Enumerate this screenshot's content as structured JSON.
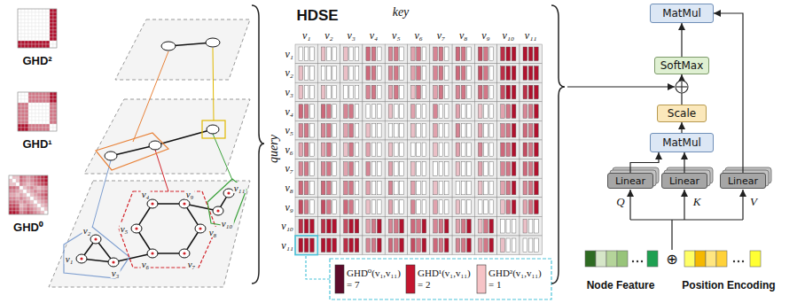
{
  "diagram": {
    "nodes": [
      {
        "text": [
          "MatMul"
        ]
      },
      {
        "text": [
          "SoftMax"
        ]
      },
      {
        "text": [
          "Scale"
        ]
      },
      {
        "text": [
          "MatMul"
        ]
      },
      {
        "text": [
          "Linear"
        ]
      },
      {
        "text": [
          "Linear"
        ]
      },
      {
        "text": [
          "Linear"
        ]
      }
    ],
    "edges": [
      {
        "from": 4,
        "to": 3,
        "arrow": "to"
      },
      {
        "from": 5,
        "to": 3,
        "arrow": "to"
      },
      {
        "from": 3,
        "to": 2,
        "arrow": "to"
      },
      {
        "from": 2,
        "to": 1,
        "arrow": "to"
      },
      {
        "from": 1,
        "to": 0,
        "arrow": "to"
      },
      {
        "from": 6,
        "to": 0,
        "arrow": "to"
      }
    ],
    "labels": [
      "HDSE",
      "key",
      "v₁",
      "v₂",
      "v₃",
      "v₄",
      "v₅",
      "v₆",
      "v₇",
      "v₈",
      "v₉",
      "v₁₀",
      "v₁₁",
      "v₁",
      "v₂",
      "v₃",
      "v₄",
      "v₅",
      "v₆",
      "v₇",
      "v₈",
      "v₉",
      "v₁₀",
      "v₁₁",
      "query",
      "GHD²",
      "GHD¹",
      "GHD⁰",
      "v₁",
      "v₂",
      "v₃",
      "v₄",
      "v₅",
      "v₆",
      "v₇",
      "v₈",
      "v₉",
      "v₁₀",
      "v₁₁",
      "GHD⁰(v₁,v₁₁) = 7",
      "GHD¹(v₁,v₁₁) = 2",
      "GHD²(v₁,v₁₁) = 1",
      "Q",
      "K",
      "V",
      "Node Feature",
      "⊕",
      "Position Encoding"
    ]
  }
}
